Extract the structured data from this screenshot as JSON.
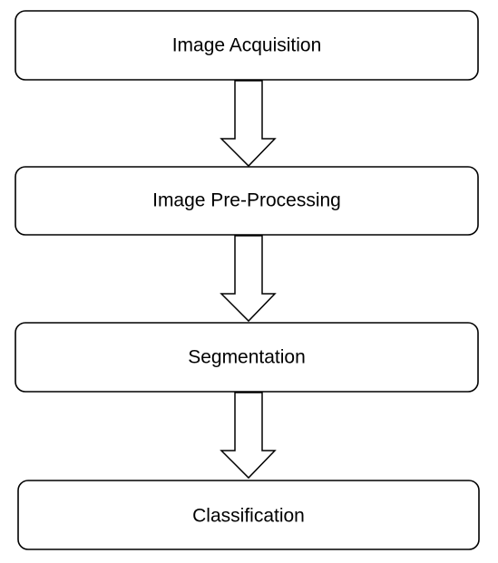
{
  "diagram": {
    "type": "flowchart",
    "stages": [
      {
        "id": "acquisition",
        "label": "Image Acquisition"
      },
      {
        "id": "preprocessing",
        "label": "Image Pre-Processing"
      },
      {
        "id": "segmentation",
        "label": "Segmentation"
      },
      {
        "id": "classification",
        "label": "Classification"
      }
    ],
    "edges": [
      {
        "from": "acquisition",
        "to": "preprocessing"
      },
      {
        "from": "preprocessing",
        "to": "segmentation"
      },
      {
        "from": "segmentation",
        "to": "classification"
      }
    ]
  }
}
